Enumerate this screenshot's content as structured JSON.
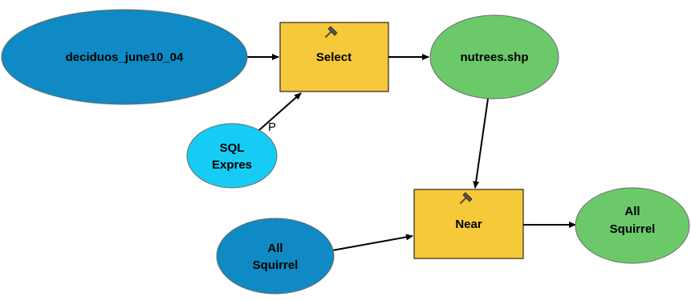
{
  "diagram": {
    "nodes": {
      "deciduos": {
        "label": "deciduos_june10_04",
        "kind": "input-data",
        "color": "#0f8ac4"
      },
      "select_tool": {
        "label": "Select",
        "kind": "tool",
        "color": "#f6c93a",
        "icon": "hammer-icon"
      },
      "nutrees": {
        "label": "nutrees.shp",
        "kind": "derived-data",
        "color": "#6cc96a"
      },
      "sql": {
        "line1": "SQL",
        "line2": "Expres",
        "kind": "parameter",
        "color": "#16ccf4"
      },
      "near_tool": {
        "label": "Near",
        "kind": "tool",
        "color": "#f6c93a",
        "icon": "hammer-icon"
      },
      "all_squirrel_in": {
        "line1": "All",
        "line2": "Squirrel",
        "kind": "input-data",
        "color": "#0f8ac4"
      },
      "all_squirrel_out": {
        "line1": "All",
        "line2": "Squirrel",
        "kind": "derived-data",
        "color": "#6cc96a"
      }
    },
    "parameter_marker": "P"
  }
}
